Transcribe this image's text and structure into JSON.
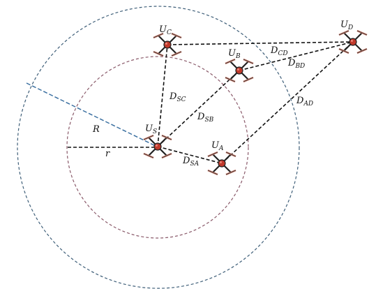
{
  "colors": {
    "outer_zone": "#b3e1ec",
    "inner_zone": "#f9c6d6",
    "outer_border": "#3f5f79",
    "inner_border": "#8a5a6a",
    "link_line": "#111111",
    "radius_R_line": "#3a6fa0",
    "drone_body": "#c0392b",
    "drone_arm": "#222222",
    "drone_rotor": "#c87968"
  },
  "drones": {
    "U_S": {
      "main": "U",
      "sub": "S"
    },
    "U_A": {
      "main": "U",
      "sub": "A"
    },
    "U_B": {
      "main": "U",
      "sub": "B"
    },
    "U_C": {
      "main": "U",
      "sub": "C"
    },
    "U_D": {
      "main": "U",
      "sub": "D"
    }
  },
  "links": {
    "D_SA": {
      "main": "D",
      "sub": "SA"
    },
    "D_SB": {
      "main": "D",
      "sub": "SB"
    },
    "D_SC": {
      "main": "D",
      "sub": "SC"
    },
    "D_AD": {
      "main": "D",
      "sub": "AD"
    },
    "D_BD": {
      "main": "D",
      "sub": "BD"
    },
    "D_CD": {
      "main": "D",
      "sub": "CD"
    }
  },
  "radii": {
    "outer": "R",
    "inner": "r"
  },
  "icons": [
    "drone-icon"
  ]
}
